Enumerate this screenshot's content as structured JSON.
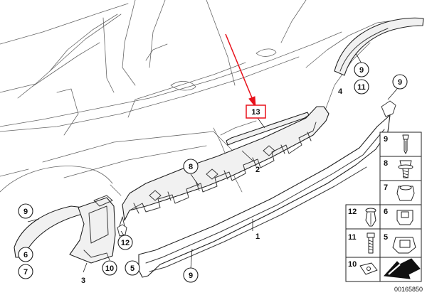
{
  "diagram": {
    "callouts": {
      "c9_rear_arch": "9",
      "c11_rear_arch": "11",
      "c4": "4",
      "c9_sill_end": "9",
      "c13": "13",
      "c2": "2",
      "c8": "8",
      "c1": "1",
      "c9_front_left": "9",
      "c6_front": "6",
      "c7_front": "7",
      "c12_front": "12",
      "c3": "3",
      "c10_front": "10",
      "c5_front": "5",
      "c9_bottom": "9"
    },
    "legend": {
      "rows": [
        {
          "left": "9",
          "right": ""
        },
        {
          "left": "8",
          "right": ""
        },
        {
          "left": "7",
          "right": ""
        },
        {
          "left": "12",
          "right": "6"
        },
        {
          "left": "11",
          "right": "5"
        },
        {
          "left": "10",
          "right": ""
        }
      ]
    },
    "reference_number": "00165850",
    "colors": {
      "highlight_arrow": "#e8101a",
      "line": "#222222"
    }
  }
}
